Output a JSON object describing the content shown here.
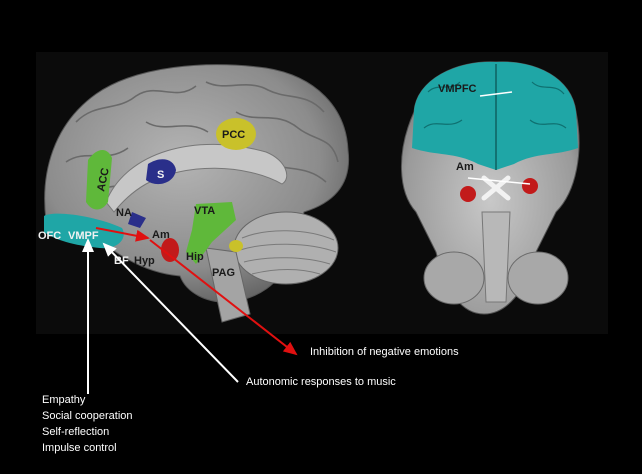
{
  "sagittal_view": {
    "labels": {
      "acc": "ACC",
      "pcc": "PCC",
      "s": "S",
      "na": "NA",
      "vta": "VTA",
      "ofc": "OFC",
      "vmpf": "VMPF",
      "am": "Am",
      "bf": "BF",
      "hyp": "Hyp",
      "hip": "Hip",
      "pag": "PAG"
    }
  },
  "ventral_view": {
    "labels": {
      "vmpfc": "VMPFC",
      "am": "Am"
    }
  },
  "annotations": {
    "inhibition": "Inhibition of negative emotions",
    "autonomic": "Autonomic responses to music"
  },
  "function_list": [
    "Empathy",
    "Social cooperation",
    "Self-reflection",
    "Impulse control"
  ],
  "colors": {
    "background": "#000000",
    "brain_gray": "#9a9a9a",
    "prefrontal_teal": "#1fa6a6",
    "cingulate_green": "#5fb83a",
    "posterior_yellow": "#c9c12a",
    "septal_blue": "#2a2f8a",
    "amygdala_red": "#c21a1a",
    "arrow_red": "#e01010",
    "arrow_white": "#ffffff"
  }
}
